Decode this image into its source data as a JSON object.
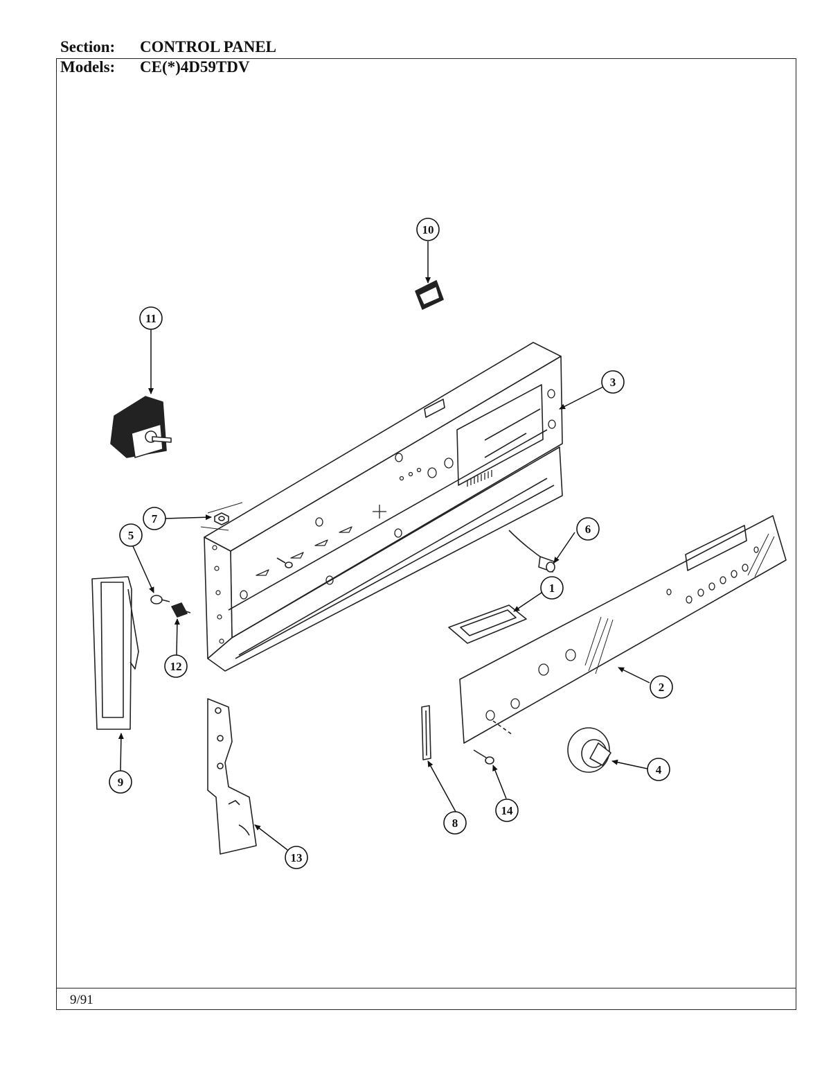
{
  "header": {
    "section_label": "Section:",
    "section_value": "CONTROL PANEL",
    "models_label": "Models:",
    "models_value": "CE(*)4D59TDV"
  },
  "footer": {
    "date": "9/91"
  },
  "callouts": [
    "1",
    "2",
    "3",
    "4",
    "5",
    "6",
    "7",
    "8",
    "9",
    "10",
    "11",
    "12",
    "13",
    "14"
  ]
}
